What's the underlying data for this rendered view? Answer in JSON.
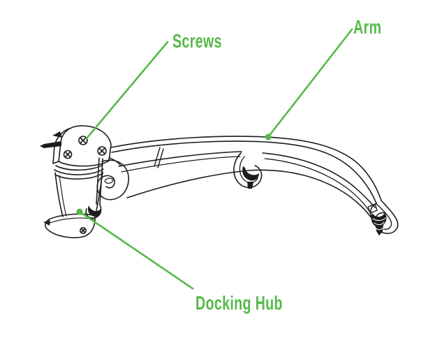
{
  "diagram": {
    "type": "product-parts-diagram",
    "subject": "wall-mount bracket arm with docking hub",
    "background": "#ffffff",
    "line_color": "#1c1c1c",
    "accent_green": "#54b948",
    "callouts": [
      {
        "id": "screws",
        "label": "Screws"
      },
      {
        "id": "arm",
        "label": "Arm"
      },
      {
        "id": "docking-hub",
        "label": "Docking Hub"
      }
    ]
  }
}
